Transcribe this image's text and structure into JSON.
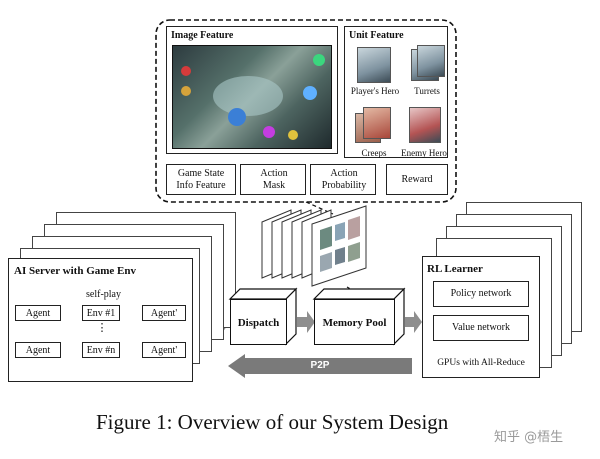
{
  "top_panel": {
    "image_feature_label": "Image Feature",
    "unit_feature_label": "Unit Feature",
    "units": [
      "Player's Hero",
      "Turrets",
      "Creeps",
      "Enemy Hero"
    ],
    "features": [
      "Game State Info Feature",
      "Action Mask",
      "Action Probability",
      "Reward"
    ]
  },
  "ai_server": {
    "title": "AI Server with Game Env",
    "self_play": "self-play",
    "agent": "Agent",
    "agent_prime": "Agent'",
    "env_first": "Env #1",
    "env_last": "Env #n",
    "ellipsis": "⋮"
  },
  "dispatch": "Dispatch",
  "memory_pool": "Memory Pool",
  "p2p": "P2P",
  "rl_learner": {
    "title": "RL Learner",
    "policy": "Policy network",
    "value": "Value network",
    "gpus": "GPUs with All-Reduce"
  },
  "caption": "Figure 1: Overview of our System Design",
  "watermark": "知乎 @梧生",
  "colors": {
    "arrow_gray": "#8e8e8e",
    "p2p_gray": "#7a7a7a"
  }
}
